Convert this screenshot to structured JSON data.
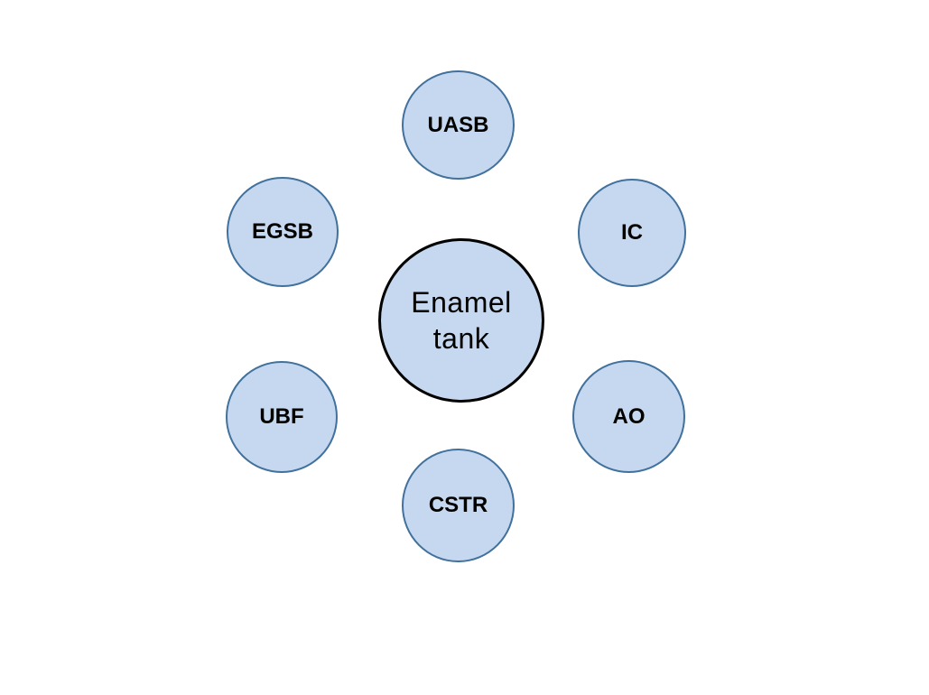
{
  "colors": {
    "node_fill": "#c5d8ef",
    "outer_border": "#41719c",
    "center_border": "#000000",
    "text": "#000000"
  },
  "center": {
    "label": "Enamel tank"
  },
  "nodes": [
    {
      "id": "uasb",
      "label": "UASB"
    },
    {
      "id": "ic",
      "label": "IC"
    },
    {
      "id": "ao",
      "label": "AO"
    },
    {
      "id": "cstr",
      "label": "CSTR"
    },
    {
      "id": "ubf",
      "label": "UBF"
    },
    {
      "id": "egsb",
      "label": "EGSB"
    }
  ]
}
